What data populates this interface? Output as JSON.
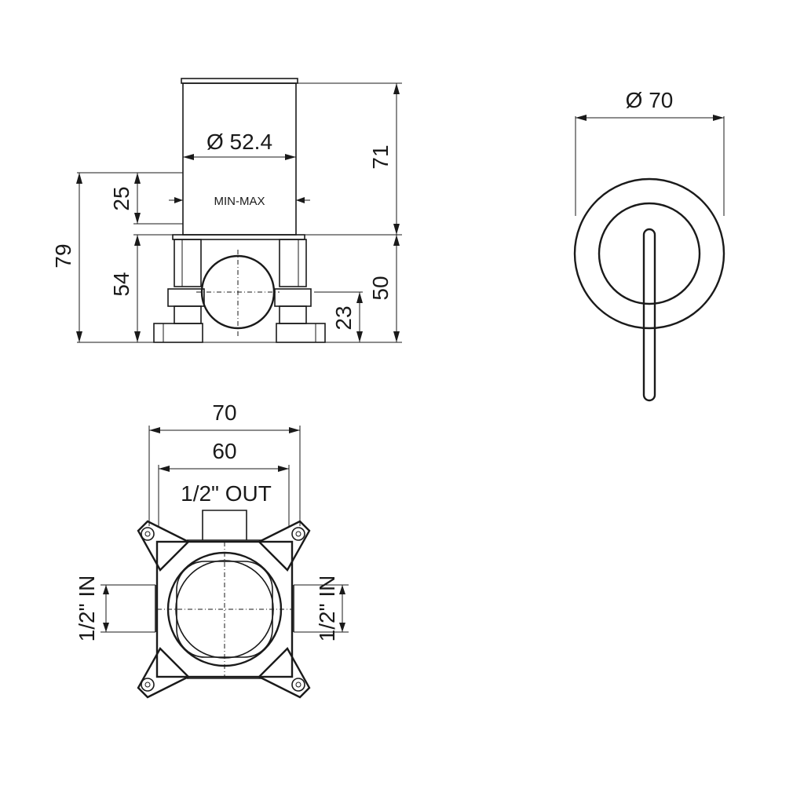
{
  "side_view": {
    "dim_diameter": "Ø 52.4",
    "dim_min_max": "MIN-MAX",
    "dim_71": "71",
    "dim_79": "79",
    "dim_25": "25",
    "dim_54": "54",
    "dim_50": "50",
    "dim_23": "23"
  },
  "front_view": {
    "dim_diameter": "Ø 70"
  },
  "top_view": {
    "dim_70": "70",
    "dim_60": "60",
    "label_out": "1/2\" OUT",
    "label_in_left": "1/2\" IN",
    "label_in_right": "1/2\" IN"
  }
}
